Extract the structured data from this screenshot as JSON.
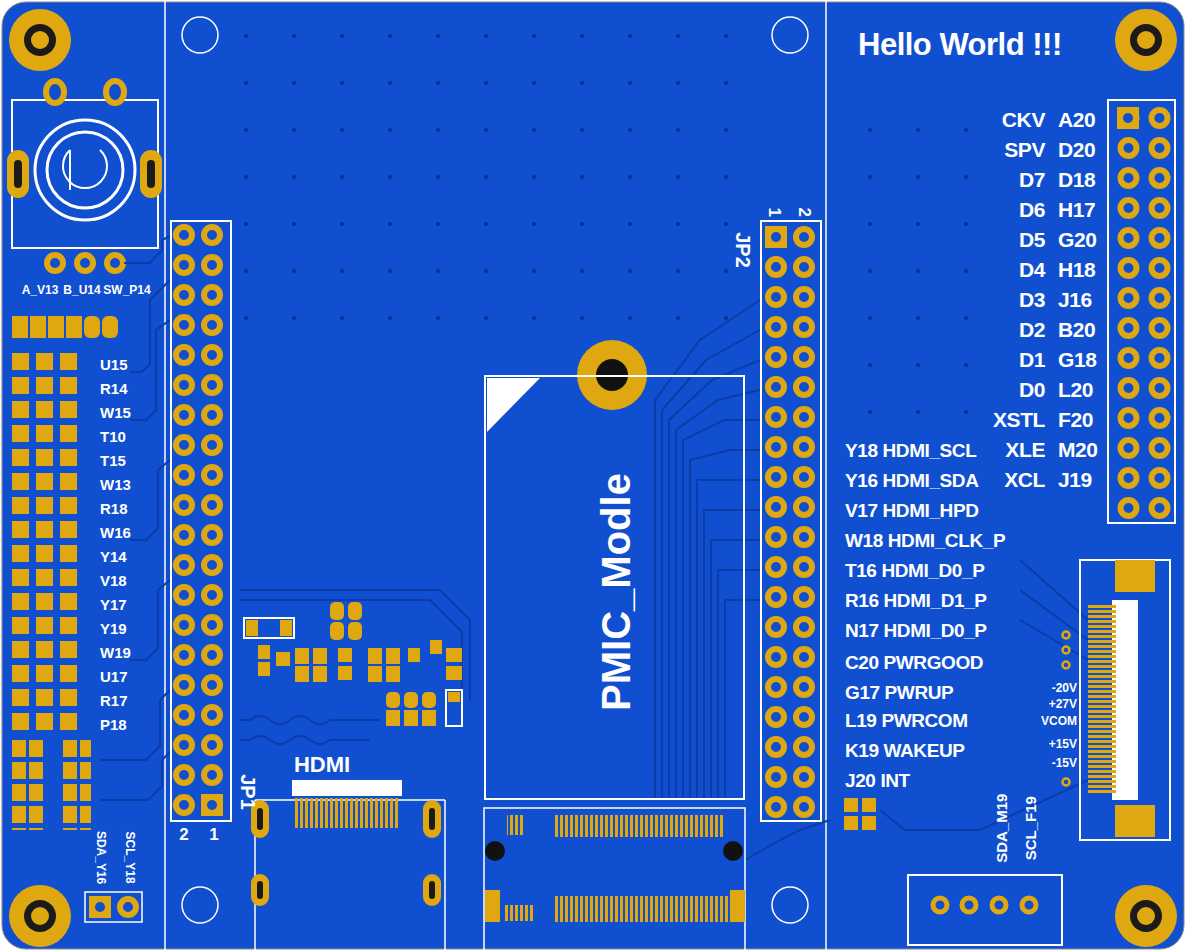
{
  "diagram": {
    "title": "Hello World !!!",
    "nodes": [
      {
        "text": [
          "JP1",
          "1",
          "2"
        ]
      },
      {
        "text": [
          "JP2",
          "1",
          "2"
        ]
      },
      {
        "text": [
          "PMIC_Modle"
        ]
      },
      {
        "text": [
          "HDMI"
        ]
      }
    ],
    "labels": [
      "A_V13",
      "B_U14",
      "SW_P14",
      "U15",
      "R14",
      "W15",
      "T10",
      "T15",
      "W13",
      "R18",
      "W16",
      "Y14",
      "V18",
      "Y17",
      "Y19",
      "W19",
      "U17",
      "R17",
      "P18",
      "SDA_Y16",
      "SCL_Y18",
      "Y18 HDMI_SCL",
      "Y16 HDMI_SDA",
      "V17 HDMI_HPD",
      "W18 HDMI_CLK_P",
      "T16 HDMI_D0_P",
      "R16 HDMI_D1_P",
      "N17 HDMI_D0_P",
      "C20 PWRGOOD",
      "G17 PWRUP",
      "L19 PWRCOM",
      "K19 WAKEUP",
      "J20 INT",
      "CKV",
      "A20",
      "SPV",
      "D20",
      "D7",
      "D18",
      "D6",
      "H17",
      "D5",
      "G20",
      "D4",
      "H18",
      "D3",
      "J16",
      "D2",
      "B20",
      "D1",
      "G18",
      "D0",
      "L20",
      "XSTL",
      "F20",
      "XLE",
      "M20",
      "XCL",
      "J19",
      "-20V",
      "+27V",
      "VCOM",
      "+15V",
      "-15V",
      "SDA_M19",
      "SCL_F19"
    ]
  }
}
